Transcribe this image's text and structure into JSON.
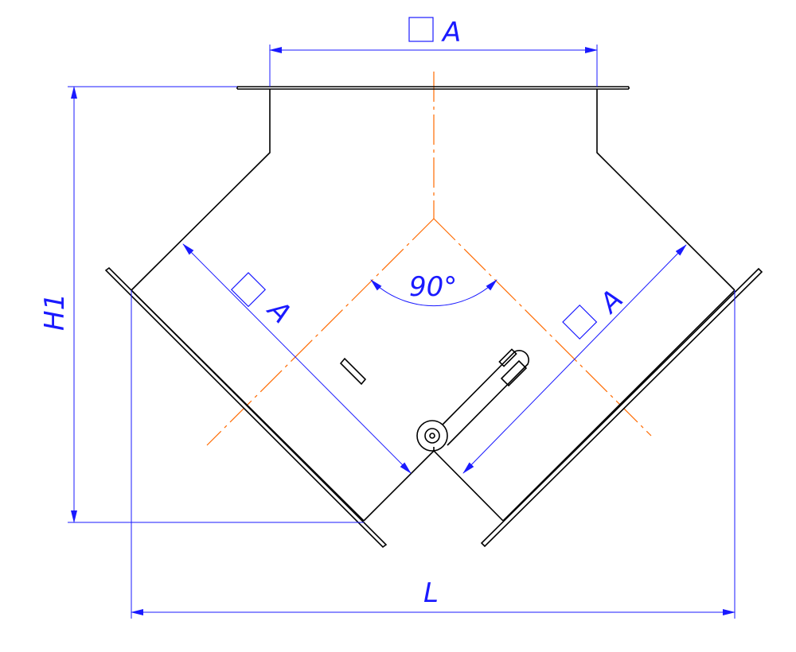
{
  "colors": {
    "outline": "#000000",
    "dimension": "#1a1aff",
    "centerline": "#ff6a00",
    "background": "#ffffff"
  },
  "dimensions": {
    "top_width_label": "A",
    "left_branch_label": "A",
    "right_branch_label": "A",
    "height_label": "H1",
    "length_label": "L",
    "angle_label": "90°"
  }
}
